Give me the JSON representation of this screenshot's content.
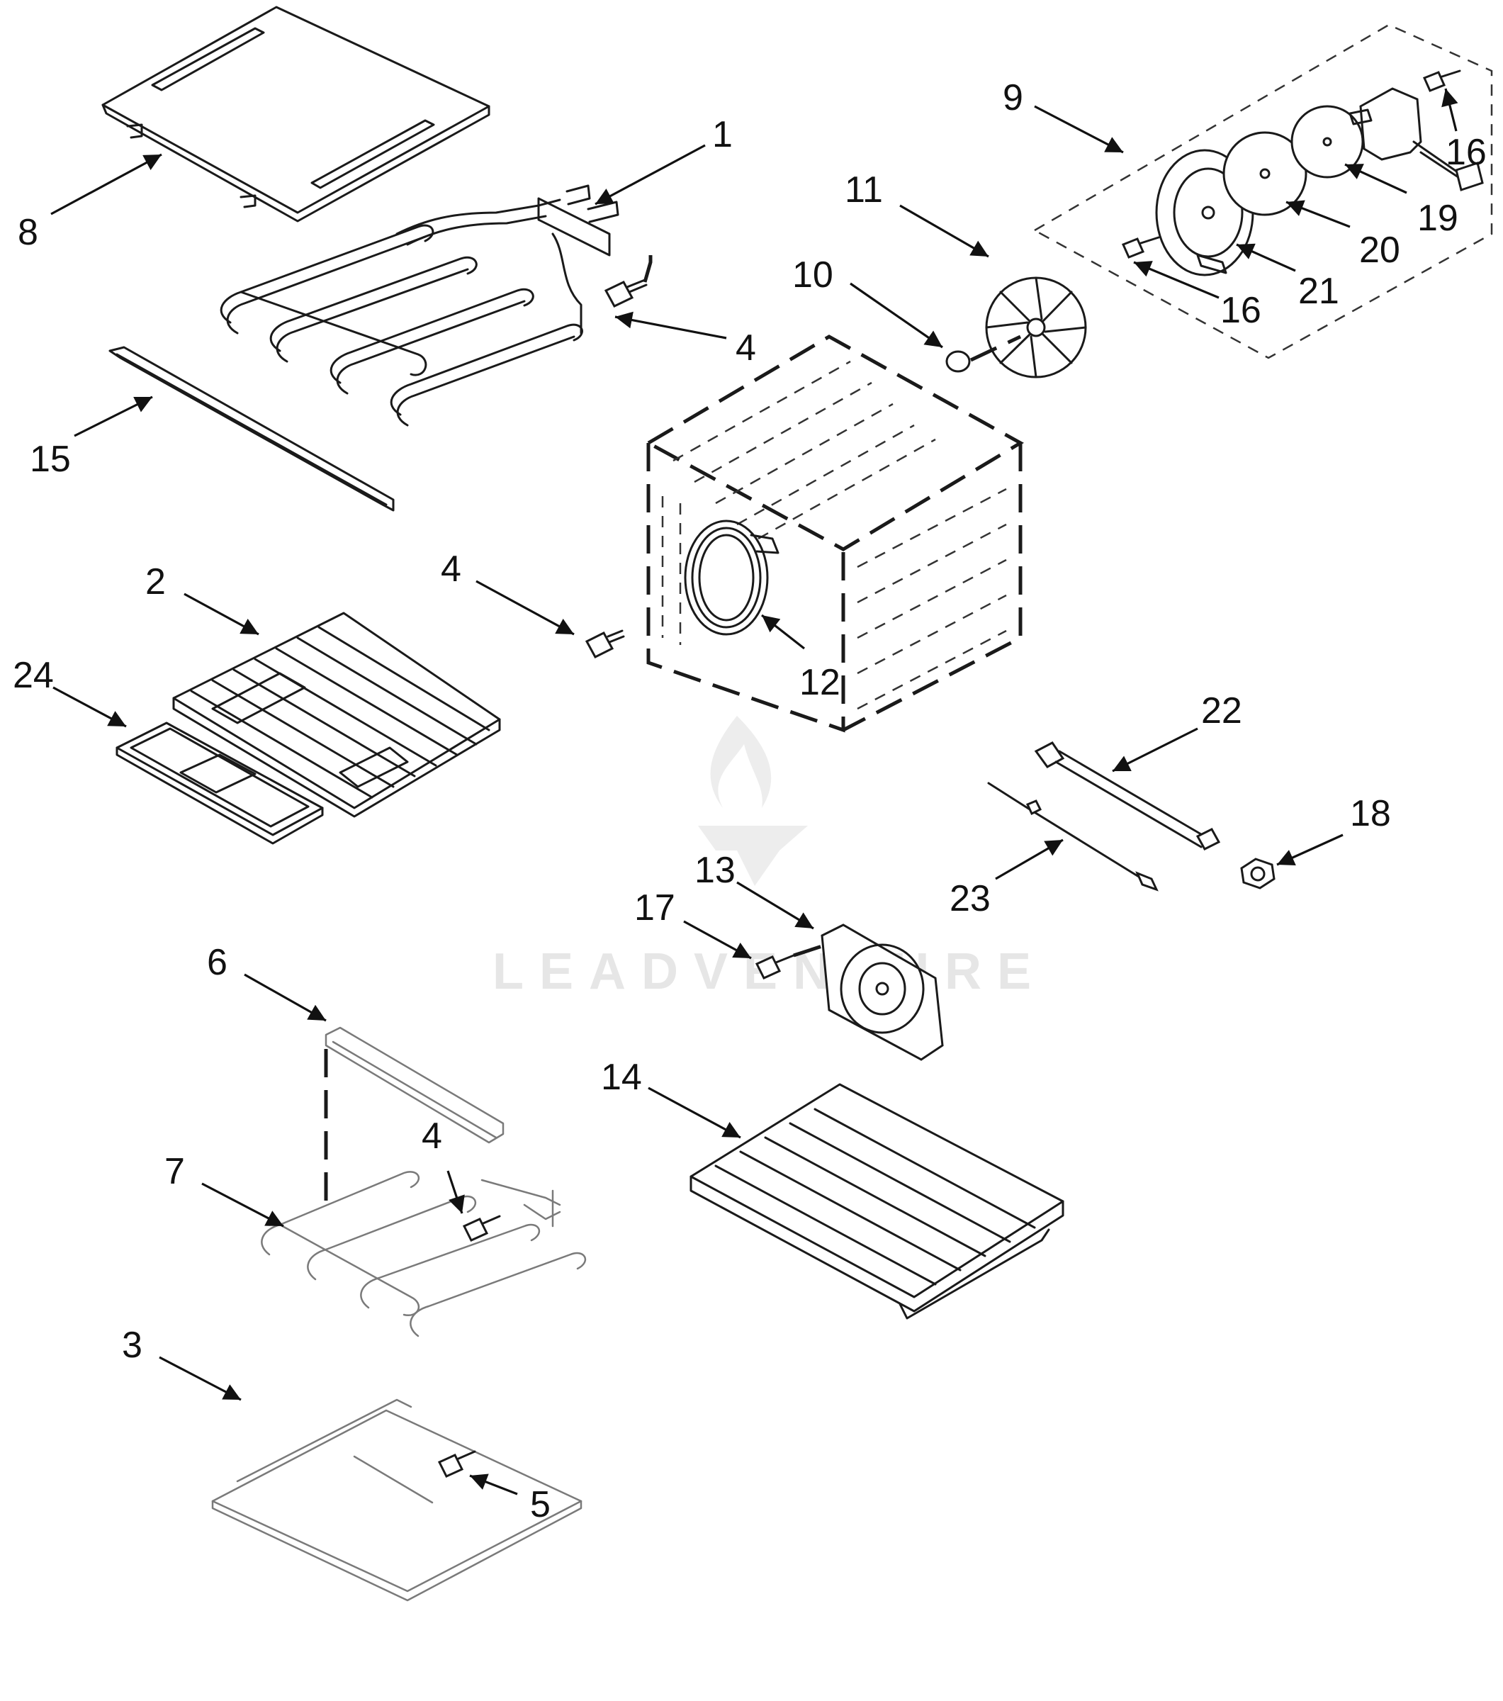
{
  "watermark": {
    "text": "LEADVENTURE"
  },
  "callouts": [
    {
      "id": "c1",
      "label": "1"
    },
    {
      "id": "c2",
      "label": "2"
    },
    {
      "id": "c3",
      "label": "3"
    },
    {
      "id": "c4a",
      "label": "4"
    },
    {
      "id": "c4b",
      "label": "4"
    },
    {
      "id": "c4c",
      "label": "4"
    },
    {
      "id": "c5",
      "label": "5"
    },
    {
      "id": "c6",
      "label": "6"
    },
    {
      "id": "c7",
      "label": "7"
    },
    {
      "id": "c8",
      "label": "8"
    },
    {
      "id": "c9",
      "label": "9"
    },
    {
      "id": "c10",
      "label": "10"
    },
    {
      "id": "c11",
      "label": "11"
    },
    {
      "id": "c12",
      "label": "12"
    },
    {
      "id": "c13",
      "label": "13"
    },
    {
      "id": "c14",
      "label": "14"
    },
    {
      "id": "c15",
      "label": "15"
    },
    {
      "id": "c16a",
      "label": "16"
    },
    {
      "id": "c16b",
      "label": "16"
    },
    {
      "id": "c17",
      "label": "17"
    },
    {
      "id": "c18",
      "label": "18"
    },
    {
      "id": "c19",
      "label": "19"
    },
    {
      "id": "c20",
      "label": "20"
    },
    {
      "id": "c21",
      "label": "21"
    },
    {
      "id": "c22",
      "label": "22"
    },
    {
      "id": "c23",
      "label": "23"
    },
    {
      "id": "c24",
      "label": "24"
    }
  ]
}
